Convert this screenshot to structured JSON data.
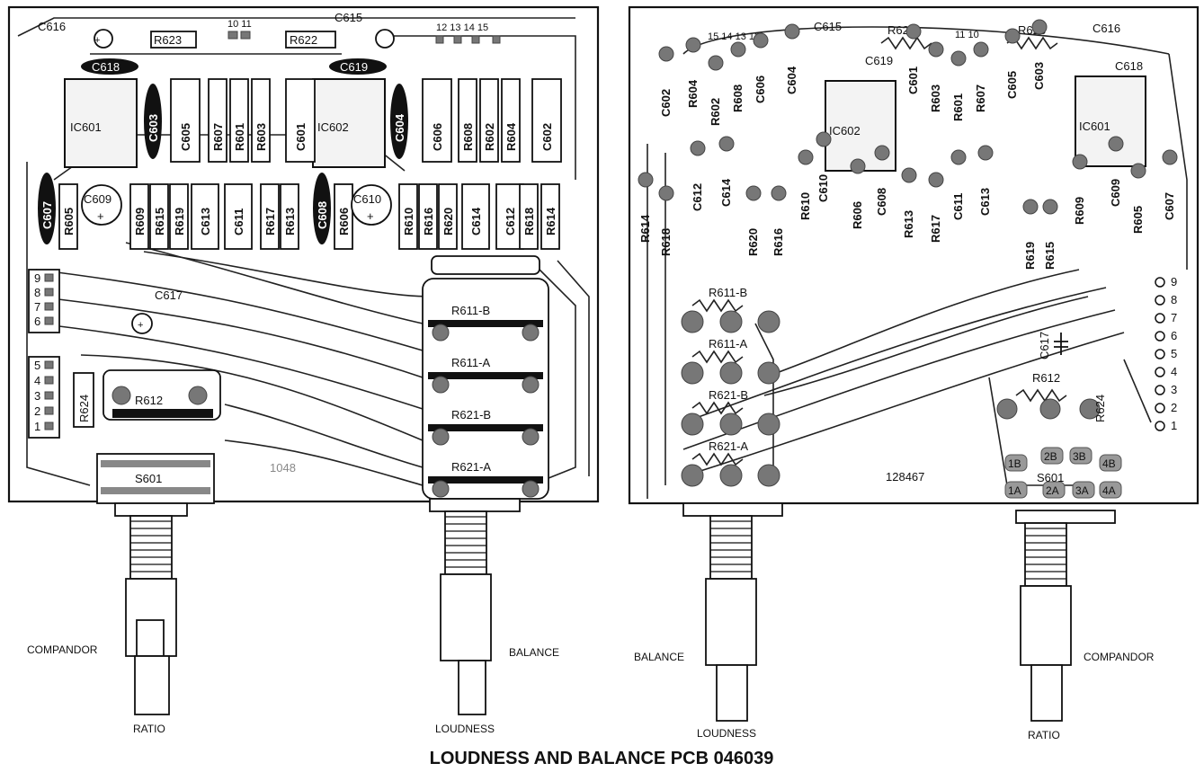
{
  "title": "LOUDNESS AND BALANCE PCB 046039",
  "left_board": {
    "ics": [
      "IC601",
      "IC602"
    ],
    "top_labels": [
      "C616",
      "R623",
      "10 11",
      "R622",
      "C615",
      "12 13 14 15"
    ],
    "caps_top": [
      "C618",
      "C619"
    ],
    "vert_upper": [
      "C605",
      "R607",
      "R601",
      "R603",
      "C601",
      "C606",
      "R608",
      "R602",
      "R604",
      "C602"
    ],
    "ovals_upper": [
      "C603",
      "C604"
    ],
    "vert_lower": [
      "R605",
      "R609",
      "R615",
      "R619",
      "C613",
      "C611",
      "R617",
      "R613",
      "R606",
      "R610",
      "R616",
      "R620",
      "C614",
      "C612",
      "R618",
      "R614"
    ],
    "ovals_lower": [
      "C607",
      "C608"
    ],
    "elcaps": [
      "C609",
      "C610"
    ],
    "c617": "C617",
    "conn_upper": [
      "9",
      "8",
      "7",
      "6"
    ],
    "conn_lower": [
      "5",
      "4",
      "3",
      "2",
      "1"
    ],
    "r624": "R624",
    "r612": "R612",
    "s601": "S601",
    "pots": [
      "R611-B",
      "R611-A",
      "R621-B",
      "R621-A"
    ],
    "stamp": "1048"
  },
  "right_board": {
    "top_labels": [
      "15 14 13 12",
      "C615",
      "R622",
      "11 10",
      "R623",
      "C616"
    ],
    "ics": [
      "IC602",
      "IC601"
    ],
    "caps_top": [
      "C619",
      "C618"
    ],
    "components": [
      "C602",
      "R604",
      "R602",
      "R608",
      "C606",
      "C604",
      "C601",
      "R603",
      "R601",
      "R607",
      "C605",
      "C603",
      "R614",
      "R618",
      "C612",
      "C614",
      "R620",
      "R616",
      "R610",
      "C610",
      "R606",
      "C608",
      "R613",
      "R617",
      "C611",
      "C613",
      "R619",
      "R615",
      "R609",
      "C609",
      "R605",
      "C607"
    ],
    "pots": [
      "R611-B",
      "R611-A",
      "R621-B",
      "R621-A"
    ],
    "c617": "C617",
    "r612": "R612",
    "r624": "R624",
    "connector": [
      "9",
      "8",
      "7",
      "6",
      "5",
      "4",
      "3",
      "2",
      "1"
    ],
    "s601_pins": [
      "1B",
      "2B",
      "3B",
      "4B",
      "1A",
      "2A",
      "3A",
      "4A"
    ],
    "s601": "S601",
    "board_no": "128467"
  },
  "knobs": {
    "left_compandor": "COMPANDOR",
    "left_ratio": "RATIO",
    "left_balance": "BALANCE",
    "left_loudness": "LOUDNESS",
    "right_balance": "BALANCE",
    "right_loudness": "LOUDNESS",
    "right_compandor": "COMPANDOR",
    "right_ratio": "RATIO"
  }
}
